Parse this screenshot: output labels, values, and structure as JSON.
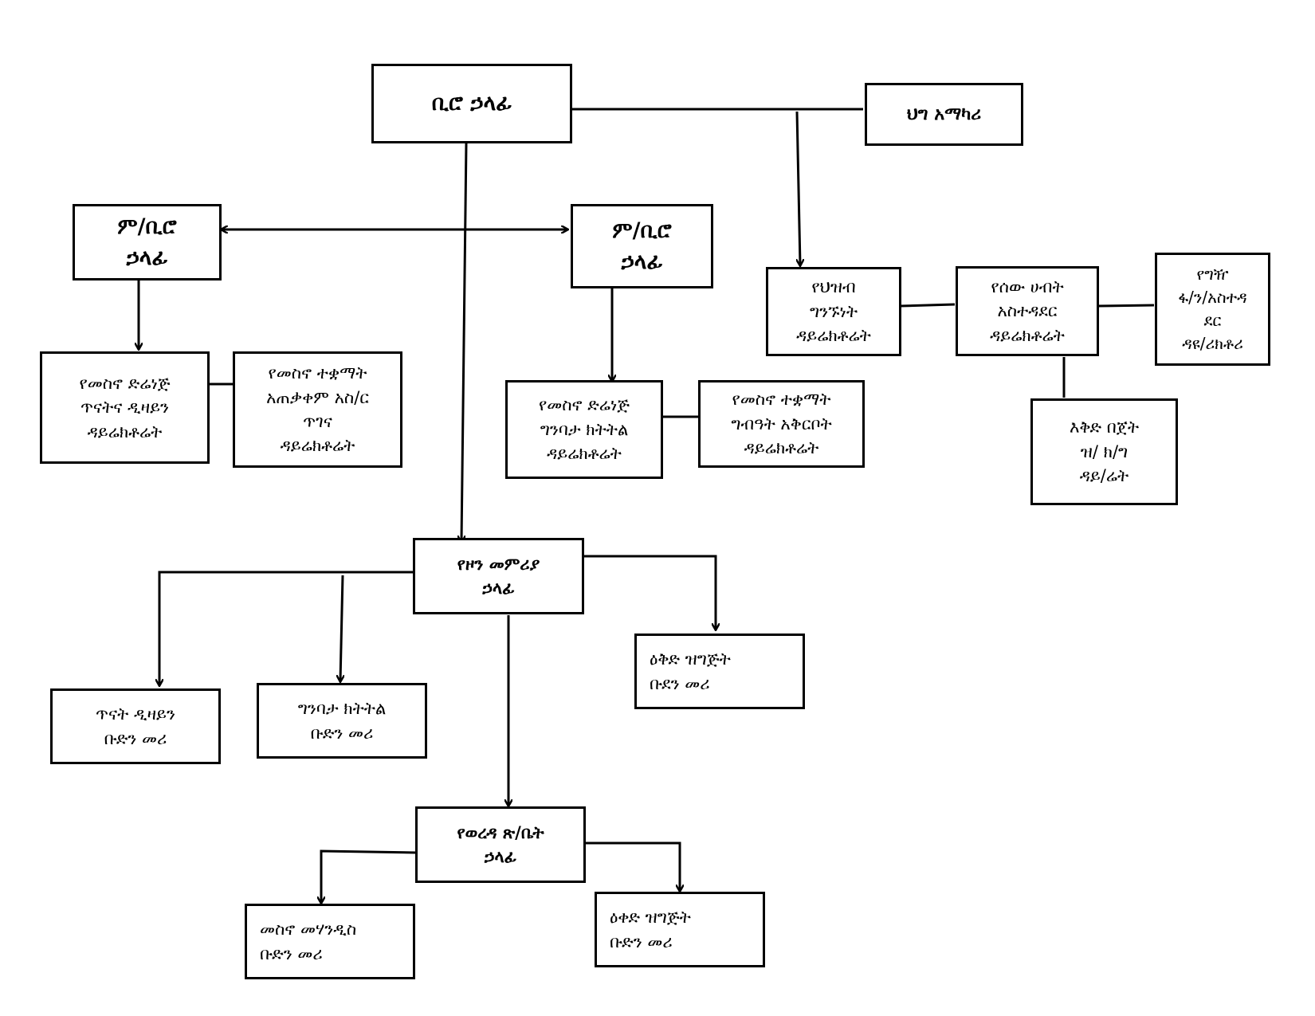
{
  "nodes": {
    "bureau_head": {
      "lines": [
        "ቢሮ ኃላፊ"
      ]
    },
    "legal_advisor": {
      "lines": [
        "ህግ አማካሪ"
      ]
    },
    "deputy_head_left": {
      "lines": [
        "ም/ቢሮ",
        "ኃላፊ"
      ]
    },
    "deputy_head_right": {
      "lines": [
        "ም/ቢሮ",
        "ኃላፊ"
      ]
    },
    "public_relations": {
      "lines": [
        "የህዝብ",
        "ግንኙነት",
        "ዳይሬክቶሬት"
      ]
    },
    "hr_admin": {
      "lines": [
        "የሰው ሀብት",
        "አስተዳደር",
        "ዳይሬክቶሬት"
      ]
    },
    "procurement_finance": {
      "lines": [
        "የግዥ",
        "ፋ/ን/አስተዳ",
        "ደር",
        "ዳዩ/ሪክቶሪ"
      ]
    },
    "plan_budget": {
      "lines": [
        "እቅድ በጀት",
        "ዝ/ ክ/ግ",
        "ዳይ/ሬት"
      ]
    },
    "water_drainage_study": {
      "lines": [
        "የመስኖ ድሬነጅ",
        "ጥናትና ዲዛይን",
        "ዳይሬክቶሬት"
      ]
    },
    "irrigation_use_support": {
      "lines": [
        "የመስኖ ተቋማት",
        "አጠቃቀም አስ/ር",
        "ጥገና",
        "ዳይሬክቶሬት"
      ]
    },
    "water_drainage_construction": {
      "lines": [
        "የመስኖ ድሬነጅ",
        "ግንባታ ክትትል",
        "ዳይሬክቶሬት"
      ]
    },
    "irrigation_delivery": {
      "lines": [
        "የመስኖ ተቋማት",
        "ግብዓት አቅርቦት",
        "ዳይሬክቶሬት"
      ]
    },
    "zone_department_head": {
      "lines": [
        "የዞን መምሪያ",
        "ኃላፊ"
      ]
    },
    "study_design_team": {
      "lines": [
        "ጥናት ዲዛይን",
        "ቡድን መሪ"
      ]
    },
    "construction_followup_team": {
      "lines": [
        "ግንባታ ክትትል",
        "ቡድን መሪ"
      ]
    },
    "plan_prep_team_zone": {
      "lines": [
        "ዕቅድ ዝግጅት",
        "ቡደን መሪ"
      ]
    },
    "woreda_office_head": {
      "lines": [
        "የወረዳ ጽ/ቤት",
        "ኃላፊ"
      ]
    },
    "irrigation_engineering_team": {
      "lines": [
        "መስኖ መሃንዲስ",
        "ቡድን መሪ"
      ]
    },
    "plan_prep_team_woreda": {
      "lines": [
        "ዕቀድ ዝግጅት",
        "ቡድን መሪ"
      ]
    }
  }
}
